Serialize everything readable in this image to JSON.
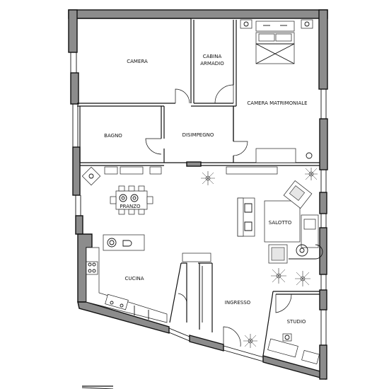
{
  "rooms": {
    "camera": "CAMERA",
    "cabina_armadio": [
      "CABINA",
      "ARMADIO"
    ],
    "camera_matrimoniale": "CAMERA MATRIMONIALE",
    "bagno": "BAGNO",
    "disimpegno": "DISIMPEGNO",
    "pranzo": "PRANZO",
    "salotto": "SALOTTO",
    "cucina": "CUCINA",
    "ingresso": "INGRESSO",
    "studio": "STUDIO"
  },
  "colors": {
    "wall_fill": "#8c8c8c",
    "line": "#111111",
    "background": "#ffffff"
  }
}
